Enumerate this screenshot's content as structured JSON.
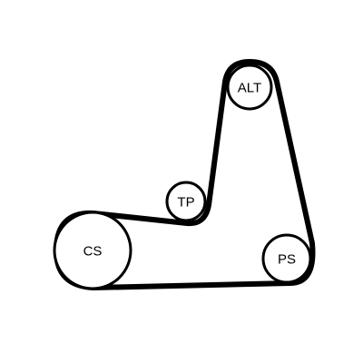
{
  "diagram": {
    "pulleys": {
      "alt": {
        "label": "ALT"
      },
      "tp": {
        "label": "TP"
      },
      "cs": {
        "label": "CS"
      },
      "ps": {
        "label": "PS"
      }
    },
    "colors": {
      "belt": "#000000",
      "pulley_fill": "#ffffff",
      "pulley_stroke": "#000000",
      "background": "#ffffff"
    }
  }
}
